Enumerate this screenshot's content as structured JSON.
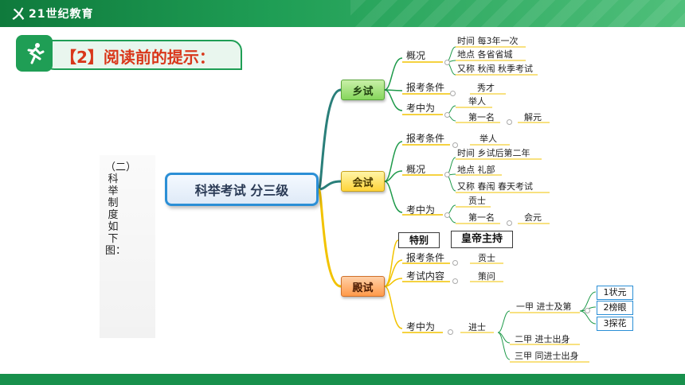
{
  "header": {
    "logo_mark": "ㄨ",
    "logo_text": "21世纪教育"
  },
  "heading": {
    "title": "【2】阅读前的提示："
  },
  "side_text": "（二）科举制度如下图：",
  "colors": {
    "green_bar": "#1f9e55",
    "title_red": "#d9371b",
    "root_border": "#2b8fd6",
    "branch_teal": "#2a7f7a",
    "branch_yellow": "#f2c300"
  },
  "diagram": {
    "root": "科举考试 分三级",
    "xiangshi": {
      "name": "乡试",
      "gaikuang": "概况",
      "shijian": "时间 每3年一次",
      "didian": "地点 各省省城",
      "youcheng": "又称 秋闱 秋季考试",
      "baokao": "报考条件",
      "xiucai": "秀才",
      "kaozhong": "考中为",
      "juren": "举人",
      "diyiming": "第一名",
      "jieyuan": "解元"
    },
    "huishi": {
      "name": "会试",
      "baokao": "报考条件",
      "juren": "举人",
      "gaikuang": "概况",
      "shijian": "时间 乡试后第二年",
      "didian": "地点 礼部",
      "youcheng": "又称 春闱 春天考试",
      "kaozhong": "考中为",
      "gongshi": "贡士",
      "diyiming": "第一名",
      "huiyuan": "会元"
    },
    "dianshi": {
      "name": "殿试",
      "tebie": "特别",
      "zhuchi": "皇帝主持",
      "baokao": "报考条件",
      "gongshi": "贡士",
      "neirong": "考试内容",
      "cewen": "策问",
      "kaozhong": "考中为",
      "jinshi": "进士",
      "yijia": "一甲 进士及第",
      "zhuangyuan": "1状元",
      "bangyan": "2榜眼",
      "tanhua": "3探花",
      "erjia": "二甲 进士出身",
      "sanjia": "三甲 同进士出身"
    }
  }
}
